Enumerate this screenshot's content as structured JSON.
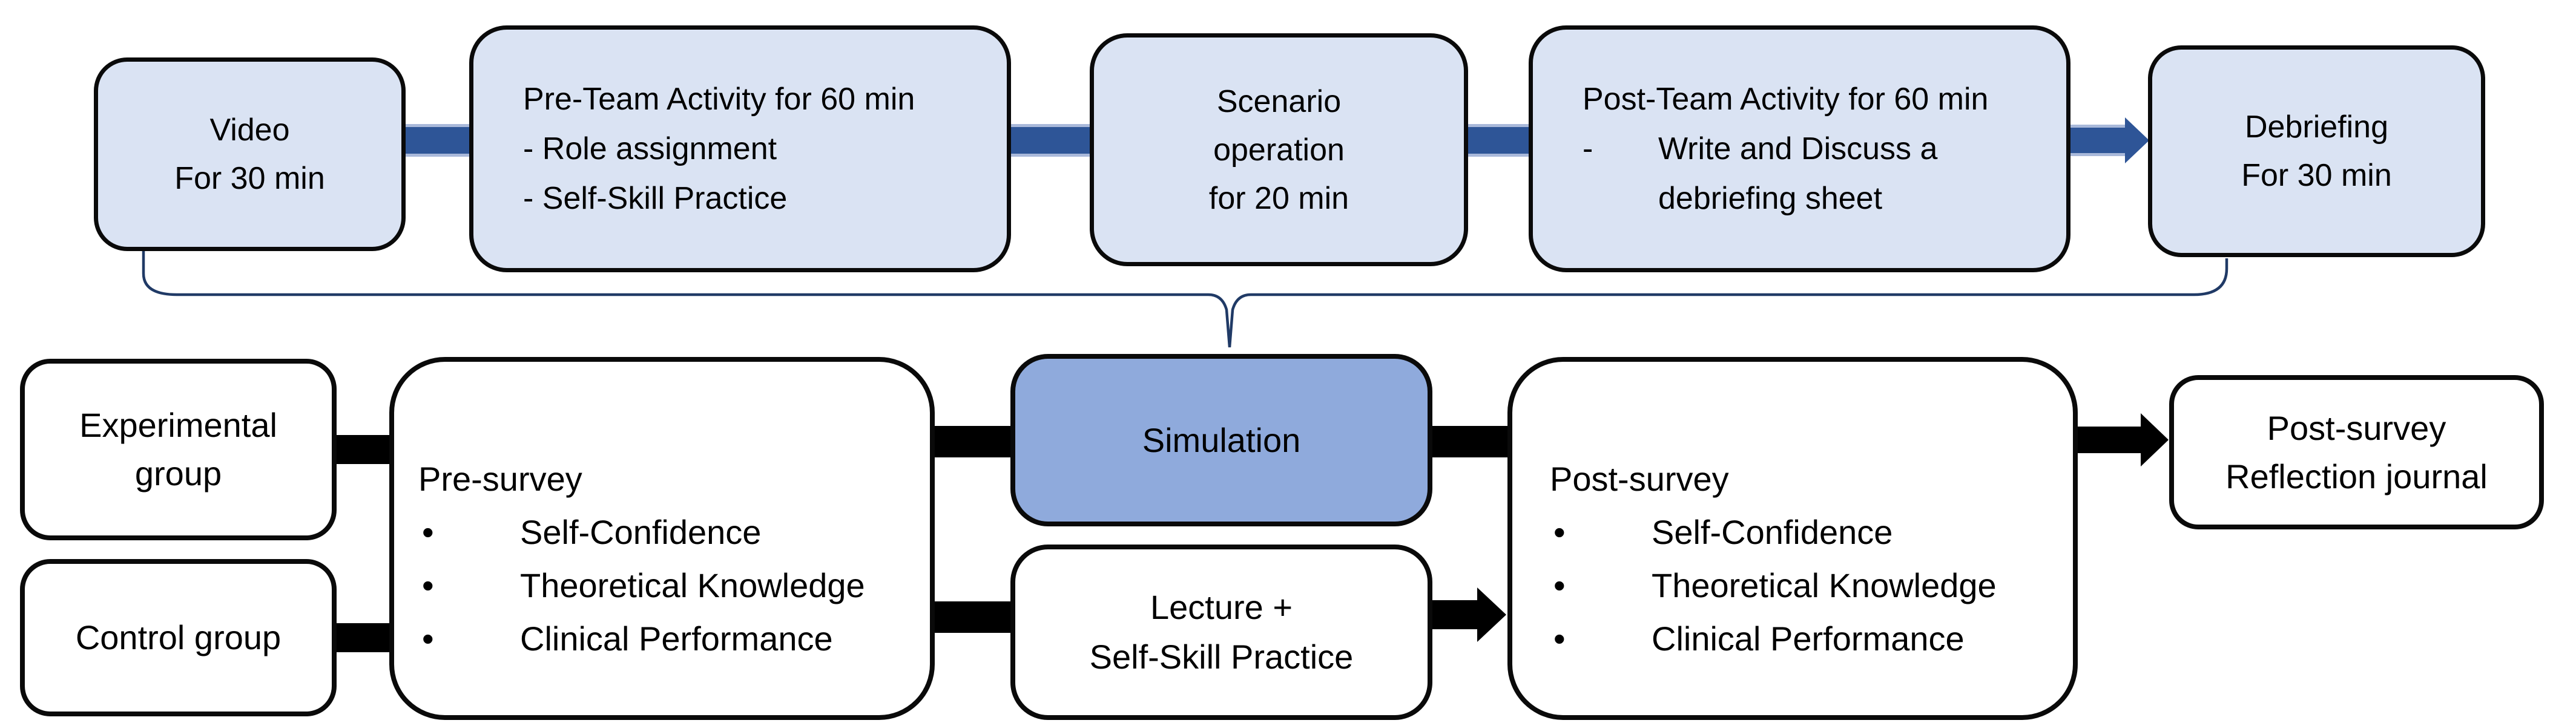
{
  "colors": {
    "background": "#ffffff",
    "text": "#000000",
    "border_black": "#0a0a0a",
    "box_fill_light": "#dae3f3",
    "box_fill_medium": "#8faadc",
    "connector_blue": "#2e5597",
    "connector_outline": "#a9b9da",
    "connector_black": "#000000",
    "bracket_line": "#203a66"
  },
  "top_row": {
    "video": {
      "lines": [
        "Video",
        "For 30 min"
      ]
    },
    "pre_team": {
      "title": "Pre-Team Activity for 60 min",
      "items": [
        "- Role assignment",
        "- Self-Skill Practice"
      ]
    },
    "scenario": {
      "lines": [
        "Scenario",
        "operation",
        "for 20 min"
      ]
    },
    "post_team": {
      "title": "Post-Team Activity for 60 min",
      "item_bullet": "-",
      "item_lines": [
        "Write and Discuss a",
        "debriefing sheet"
      ]
    },
    "debriefing": {
      "lines": [
        "Debriefing",
        "For 30 min"
      ]
    }
  },
  "bottom_row": {
    "experimental": {
      "lines": [
        "Experimental",
        "group"
      ]
    },
    "control": {
      "label": "Control group"
    },
    "pre_survey": {
      "title": "Pre-survey",
      "bullet_char": "•",
      "bullets": [
        "Self-Confidence",
        "Theoretical Knowledge",
        "Clinical Performance"
      ]
    },
    "simulation": {
      "label": "Simulation"
    },
    "lecture": {
      "lines": [
        "Lecture +",
        "Self-Skill Practice"
      ]
    },
    "post_survey": {
      "title": "Post-survey",
      "bullet_char": "•",
      "bullets": [
        "Self-Confidence",
        "Theoretical Knowledge",
        "Clinical Performance"
      ]
    },
    "journal": {
      "lines": [
        "Post-survey",
        "Reflection journal"
      ]
    }
  }
}
